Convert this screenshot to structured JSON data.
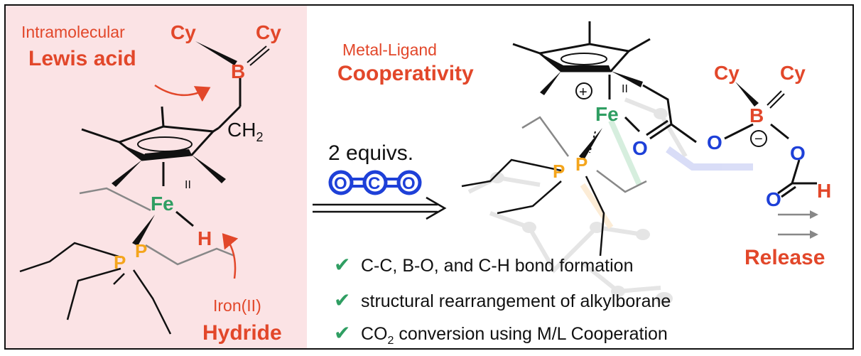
{
  "left": {
    "lewis_caption": "Intramolecular",
    "lewis_title": "Lewis acid",
    "hydride_caption": "Iron(II)",
    "hydride_title": "Hydride",
    "atoms": {
      "cy1": "Cy",
      "cy2": "Cy",
      "b": "B",
      "ch": "CH",
      "sub2": "2",
      "fe": "Fe",
      "ox": "II",
      "h": "H",
      "p1": "P",
      "p2": "P"
    }
  },
  "middle": {
    "caption": "Metal-Ligand",
    "title": "Cooperativity",
    "reagent": "2 equivs.",
    "co2": {
      "o1": "O",
      "c": "C",
      "o2": "O"
    }
  },
  "right": {
    "atoms": {
      "plus": "+",
      "ox": "II",
      "fe": "Fe",
      "p1": "P",
      "p2": "P",
      "o1": "O",
      "o2": "O",
      "cy1": "Cy",
      "cy2": "Cy",
      "b": "B",
      "minus": "−",
      "o3": "O",
      "o4": "O",
      "h": "H"
    },
    "release": "Release"
  },
  "bullets": [
    {
      "text": "C-C, B-O, and C-H bond formation"
    },
    {
      "text": "structural rearrangement of alkylborane"
    },
    {
      "pre": "CO",
      "sub": "2",
      "post": " conversion using M/L Cooperation"
    }
  ],
  "colors": {
    "red": "#e2472a",
    "green": "#2f9e62",
    "orange": "#f4a51c",
    "blue": "#1e40d8",
    "panel": "#fbe3e5"
  }
}
